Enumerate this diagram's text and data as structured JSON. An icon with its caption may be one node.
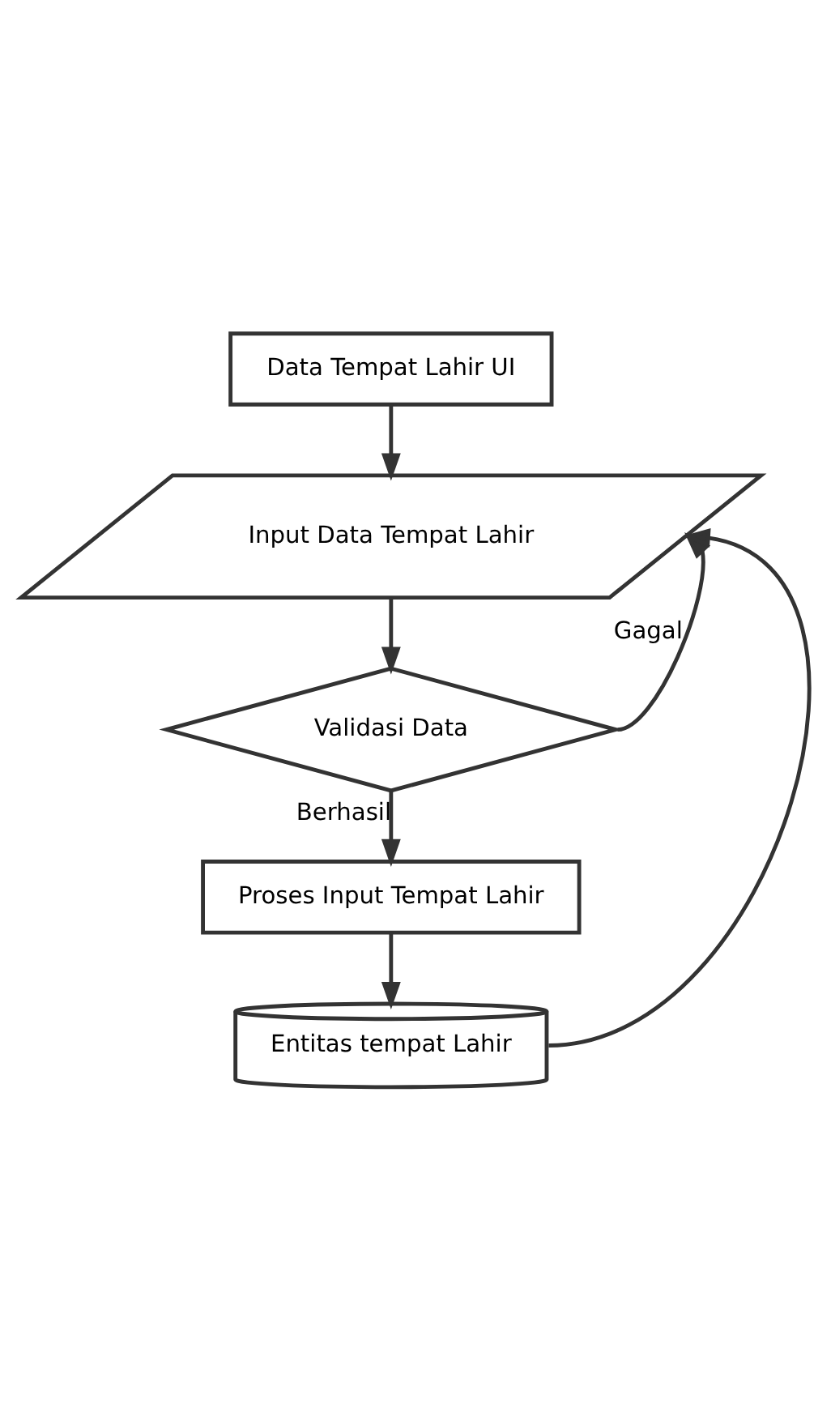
{
  "diagram": {
    "nodes": [
      {
        "text": [
          "Data Tempat Lahir UI"
        ]
      },
      {
        "text": [
          "Input Data Tempat Lahir"
        ]
      },
      {
        "text": [
          "Validasi Data"
        ]
      },
      {
        "text": [
          "Proses Input Tempat Lahir"
        ]
      },
      {
        "text": [
          "Entitas tempat Lahir"
        ]
      }
    ],
    "edges": [
      {
        "from": 0,
        "to": 1,
        "arrow": "to"
      },
      {
        "from": 1,
        "to": 2,
        "arrow": "to"
      },
      {
        "from": 2,
        "to": 3,
        "arrow": "to",
        "label": "Berhasil"
      },
      {
        "from": 2,
        "to": 1,
        "arrow": "to",
        "label": "Gagal"
      },
      {
        "from": 3,
        "to": 4,
        "arrow": "to"
      },
      {
        "from": 4,
        "to": 1,
        "arrow": "to"
      }
    ]
  }
}
